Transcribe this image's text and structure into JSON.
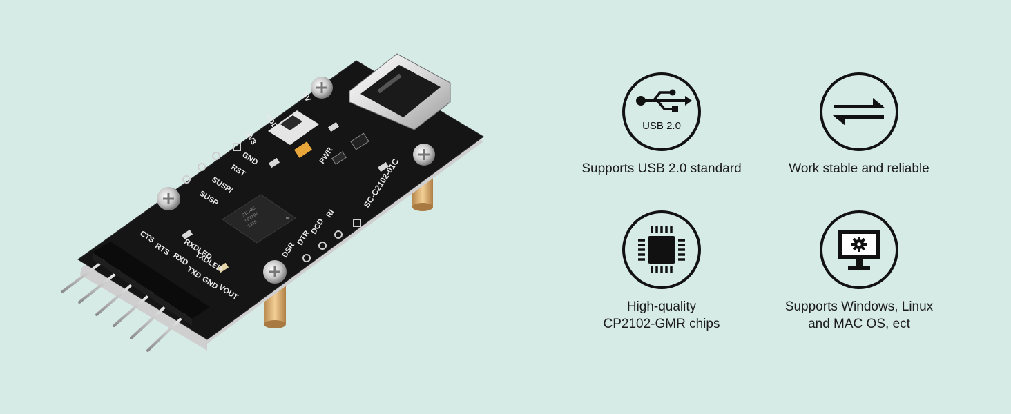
{
  "features": {
    "usb": {
      "icon": "usb-icon",
      "badge": "USB 2.0",
      "caption_lines": [
        "Supports USB 2.0 standard"
      ]
    },
    "stable": {
      "icon": "transfer-arrows-icon",
      "caption_lines": [
        "Work stable and reliable"
      ]
    },
    "chip": {
      "icon": "chip-icon",
      "caption_lines": [
        "High-quality",
        "CP2102-GMR chips"
      ]
    },
    "os": {
      "icon": "monitor-gear-icon",
      "caption_lines": [
        "Supports Windows, Linux",
        "and MAC OS, ect"
      ]
    }
  },
  "board": {
    "model": "SC-C2102-01C",
    "labels": {
      "v33": "3V3",
      "vdd": "VDD",
      "v5": "5V",
      "gnd_top": "GND",
      "rst": "RST",
      "susp_inv": "SUSP/",
      "susp": "SUSP",
      "pwr": "PWR",
      "ri": "RI",
      "dcd": "DCD",
      "dtr": "DTR",
      "dsr": "DSR",
      "cts": "CTS",
      "rts": "RTS",
      "rxd": "RXD",
      "rxdled": "RXDLED",
      "txdled": "TXDLED",
      "txd": "TXD",
      "gnd": "GND",
      "vout": "VOUT"
    },
    "chip_marking": [
      "SILABS",
      "CP2102",
      "2335"
    ]
  },
  "colors": {
    "background": "#d6ebe6",
    "pcb": "#151515",
    "icon_stroke": "#111111",
    "text": "#1c1c1c"
  }
}
